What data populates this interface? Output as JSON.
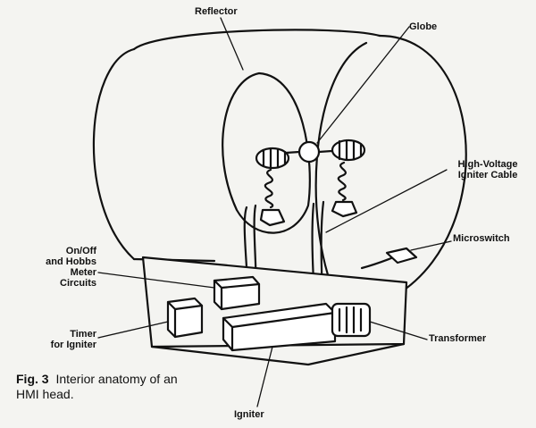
{
  "labels": {
    "reflector": "Reflector",
    "globe": "Globe",
    "hv_cable": "High-Voltage\nIgniter Cable",
    "microswitch": "Microswitch",
    "onoff": "On/Off\nand Hobbs\nMeter\nCircuits",
    "timer": "Timer\nfor Igniter",
    "transformer": "Transformer",
    "igniter": "Igniter"
  },
  "caption": {
    "fig": "Fig. 3",
    "text": "Interior anatomy of an",
    "text2": "HMI head."
  }
}
